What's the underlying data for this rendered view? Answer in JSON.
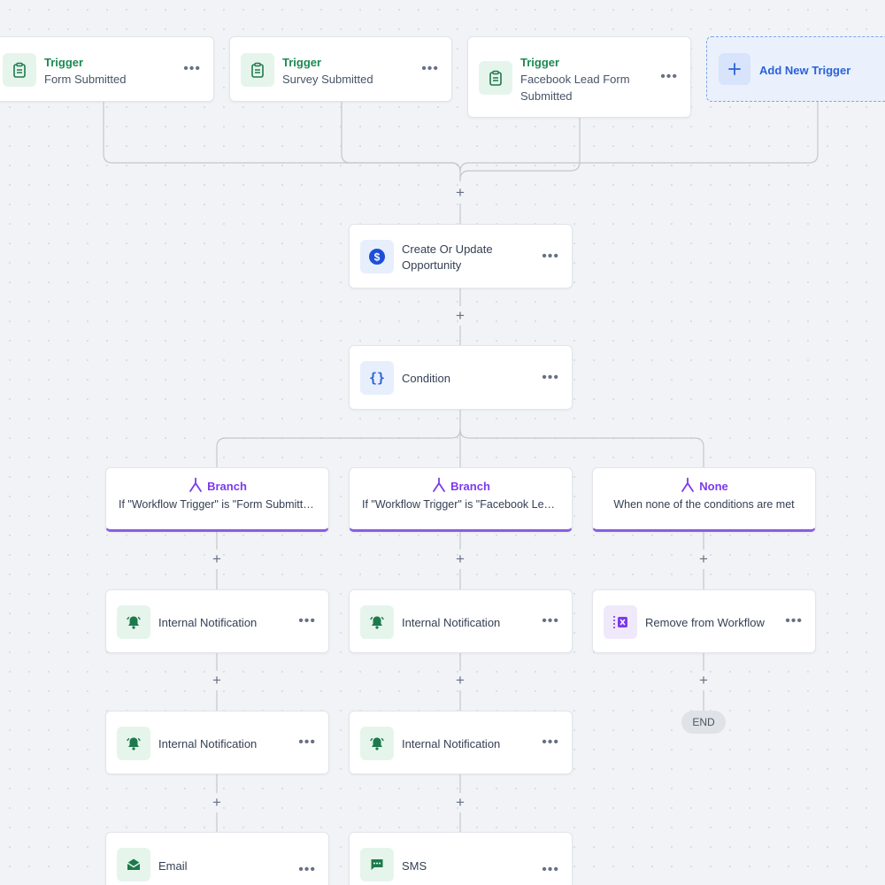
{
  "triggers": [
    {
      "title": "Trigger",
      "name": "Form Submitted"
    },
    {
      "title": "Trigger",
      "name": "Survey Submitted"
    },
    {
      "title": "Trigger",
      "name": "Facebook Lead Form Submitted"
    }
  ],
  "add_trigger": {
    "label": "Add New Trigger"
  },
  "actions": {
    "create_opportunity": "Create Or Update Opportunity",
    "condition": "Condition"
  },
  "branches": [
    {
      "title": "Branch",
      "condition": "If \"Workflow Trigger\" is \"Form Submitted\""
    },
    {
      "title": "Branch",
      "condition": "If \"Workflow Trigger\" is \"Facebook Lead Form Submitted\""
    },
    {
      "title": "None",
      "condition": "When none of the conditions are met"
    }
  ],
  "branch1_steps": [
    "Internal Notification",
    "Internal Notification",
    "Email"
  ],
  "branch2_steps": [
    "Internal Notification",
    "Internal Notification",
    "SMS"
  ],
  "branch3_steps": [
    "Remove from Workflow"
  ],
  "end_label": "END",
  "menu_glyph": "•••",
  "plus_glyph": "+",
  "colors": {
    "trigger_green": "#1a8a52",
    "branch_purple": "#7c3aed",
    "accent_blue": "#2a62d8",
    "icon_green": "#1e7a4c"
  }
}
